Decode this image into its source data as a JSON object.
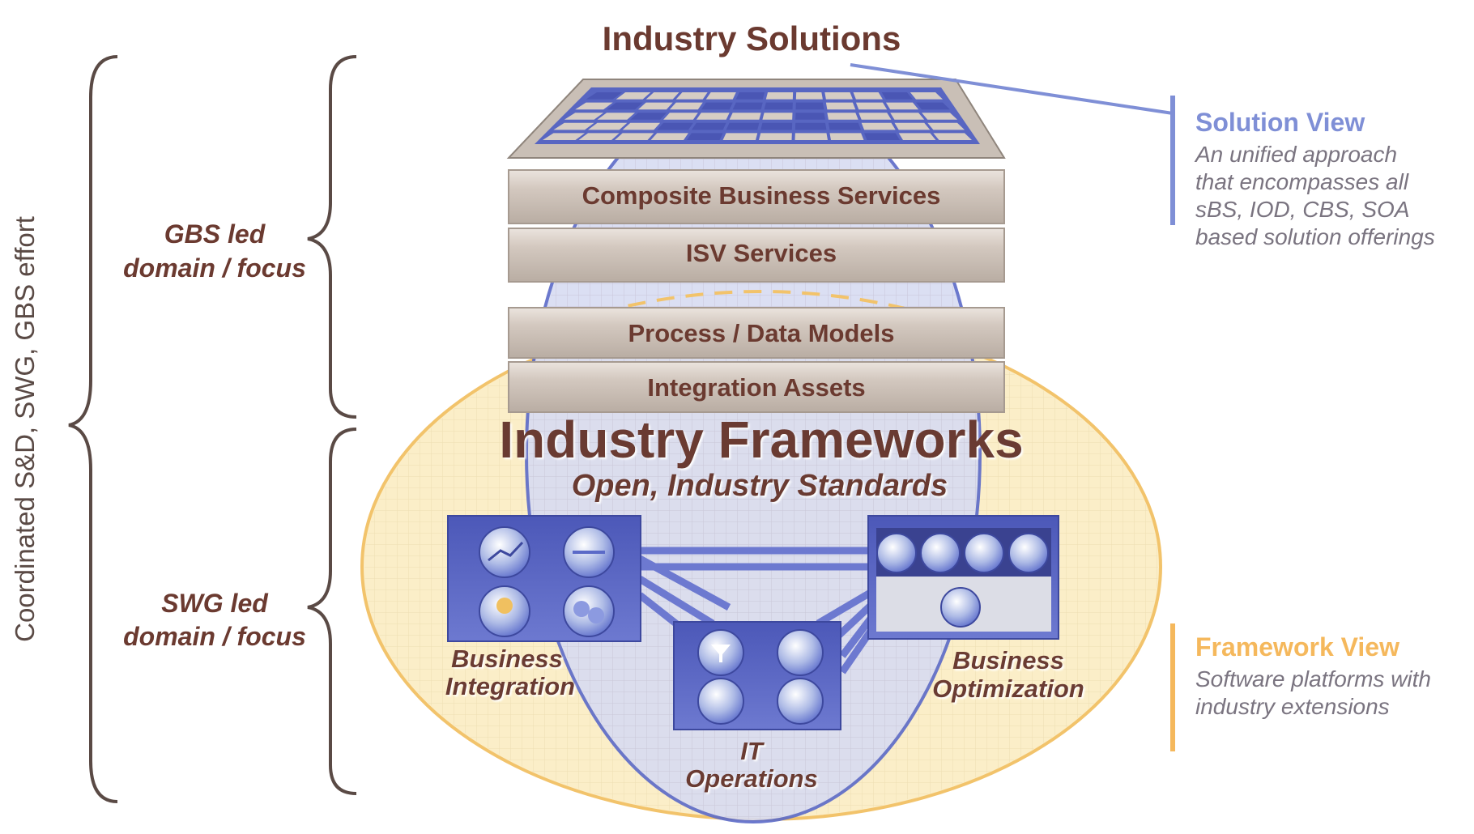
{
  "top_title": "Industry Solutions",
  "layers": [
    "Composite Business Services",
    "ISV Services",
    "Process / Data  Models",
    "Integration Assets"
  ],
  "framework": {
    "title": "Industry Frameworks",
    "subtitle": "Open, Industry Standards"
  },
  "modules": {
    "business_integration": [
      "Business",
      "Integration"
    ],
    "it_operations": [
      "IT",
      "Operations"
    ],
    "business_optimization": [
      "Business",
      "Optimization"
    ]
  },
  "left": {
    "vertical_label": "Coordinated S&D, SWG, GBS effort",
    "gbs": [
      "GBS led",
      "domain / focus"
    ],
    "swg": [
      "SWG led",
      "domain / focus"
    ]
  },
  "solution_view": {
    "title": "Solution View",
    "lines": [
      "An unified approach",
      "that encompasses all",
      "sBS, IOD, CBS, SOA",
      "based solution offerings"
    ],
    "color": "#7f8fd6"
  },
  "framework_view": {
    "title": "Framework View",
    "lines": [
      "Software platforms with",
      "industry extensions"
    ],
    "color": "#f5b85c"
  },
  "colors": {
    "blue": "#5b6ac8",
    "gold": "#f2c36b",
    "beige": "#fbeec8",
    "layer": "#cfc3b9",
    "text_dark": "#6b3a30"
  }
}
